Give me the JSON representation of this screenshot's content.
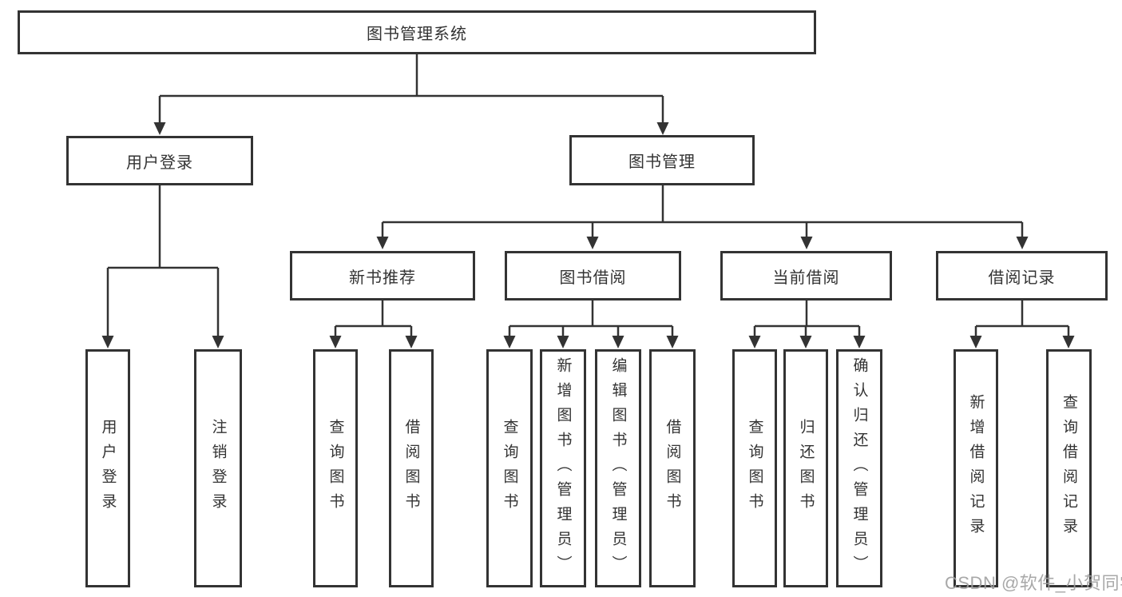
{
  "nodes": {
    "root": "图书管理系统",
    "user_login": "用户登录",
    "book_management": "图书管理",
    "new_book_recommend": "新书推荐",
    "book_borrow": "图书借阅",
    "current_borrow": "当前借阅",
    "borrow_records": "借阅记录",
    "leaf_user_login": "用户登录",
    "leaf_logout": "注销登录",
    "leaf_query_book_a": "查询图书",
    "leaf_borrow_book_a": "借阅图书",
    "leaf_query_book_b": "查询图书",
    "leaf_add_book_admin": "新增图书（管理员）",
    "leaf_edit_book_admin": "编辑图书（管理员）",
    "leaf_borrow_book_b": "借阅图书",
    "leaf_query_book_c": "查询图书",
    "leaf_return_book": "归还图书",
    "leaf_confirm_return_admin": "确认归还（管理员）",
    "leaf_add_borrow_record": "新增借阅记录",
    "leaf_query_borrow_record": "查询借阅记录"
  },
  "watermark": {
    "text": "CSDN @软件_小贺同学"
  },
  "colors": {
    "line": "#333333",
    "text": "#333333",
    "box_background": "#ffffff",
    "watermark": "#9f9f9f",
    "background": "#ffffff"
  }
}
